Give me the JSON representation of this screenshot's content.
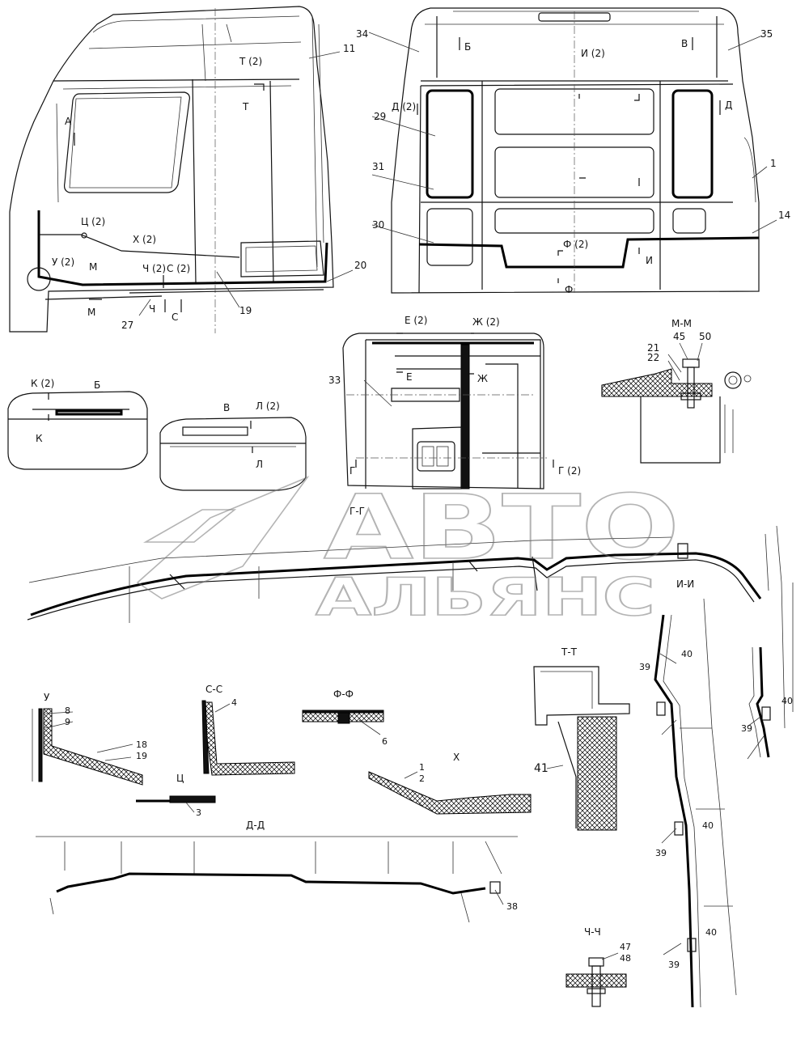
{
  "watermark": {
    "line1": "АВТО",
    "line2": "АЛЬЯНС"
  },
  "views": {
    "side": {
      "callouts": [
        "11",
        "20",
        "19",
        "27"
      ],
      "sections": [
        "Т (2)",
        "Т",
        "А",
        "Ц (2)",
        "Х (2)",
        "У (2)",
        "М",
        "М",
        "Ч (2)",
        "С (2)",
        "Ч",
        "С"
      ]
    },
    "rear": {
      "callouts": [
        "34",
        "35",
        "29",
        "31",
        "30",
        "1",
        "14"
      ],
      "sections": [
        "Б",
        "В",
        "И (2)",
        "Д (2)",
        "Д",
        "Ф (2)",
        "Ф",
        "И"
      ]
    },
    "detail_b": {
      "title": "Б",
      "sections": [
        "К (2)",
        "К"
      ]
    },
    "detail_v": {
      "title": "В",
      "sections": [
        "Л (2)",
        "Л"
      ]
    },
    "inner": {
      "callout": "33",
      "sections": [
        "Е (2)",
        "Е",
        "Ж (2)",
        "Ж",
        "Г (2)",
        "Г"
      ]
    },
    "section_mm": {
      "title": "М-М",
      "callouts": [
        "45",
        "50",
        "21",
        "22"
      ]
    },
    "section_gg": {
      "title": "Г-Г"
    },
    "section_ii": {
      "title": "И-И",
      "callouts": [
        "40",
        "39",
        "40",
        "39",
        "40",
        "39",
        "40",
        "39"
      ]
    },
    "section_tt": {
      "title": "Т-Т",
      "callout": "41"
    },
    "section_u": {
      "title": "У",
      "callouts": [
        "8",
        "9",
        "18",
        "19"
      ]
    },
    "section_cc": {
      "title": "С-С",
      "callout": "4"
    },
    "section_ts": {
      "title": "Ц",
      "callout": "3"
    },
    "section_ff": {
      "title": "Ф-Ф",
      "callout": "6"
    },
    "section_h": {
      "title": "Х",
      "callouts": [
        "1",
        "2"
      ]
    },
    "section_dd": {
      "title": "Д-Д",
      "callout": "38"
    },
    "section_chch": {
      "title": "Ч-Ч",
      "callouts": [
        "47",
        "48"
      ]
    }
  }
}
